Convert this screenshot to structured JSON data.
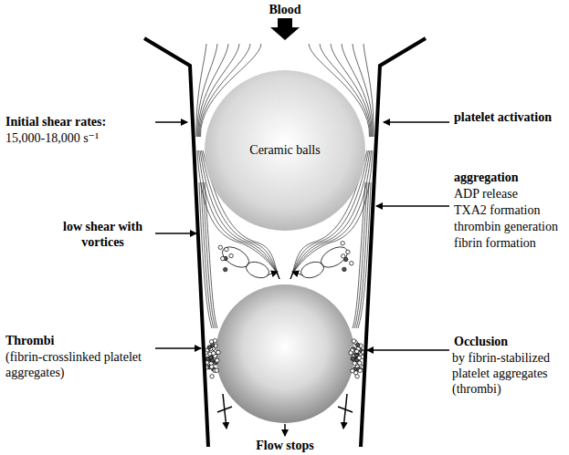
{
  "diagram": {
    "nodes": [
      {
        "text": [
          "Ceramic balls"
        ]
      }
    ],
    "labels": [
      "Blood",
      "Initial shear rates:",
      "15,000-18,000 s⁻¹",
      "platelet activation",
      "low shear with vortices",
      "aggregation",
      "ADP release",
      "TXA2 formation",
      "thrombin generation",
      "fibrin formation",
      "Thrombi",
      "(fibrin-crosslinked platelet aggregates)",
      "Occlusion",
      "by fibrin-stabilized platelet aggregates (thrombi)",
      "Flow stops"
    ]
  }
}
